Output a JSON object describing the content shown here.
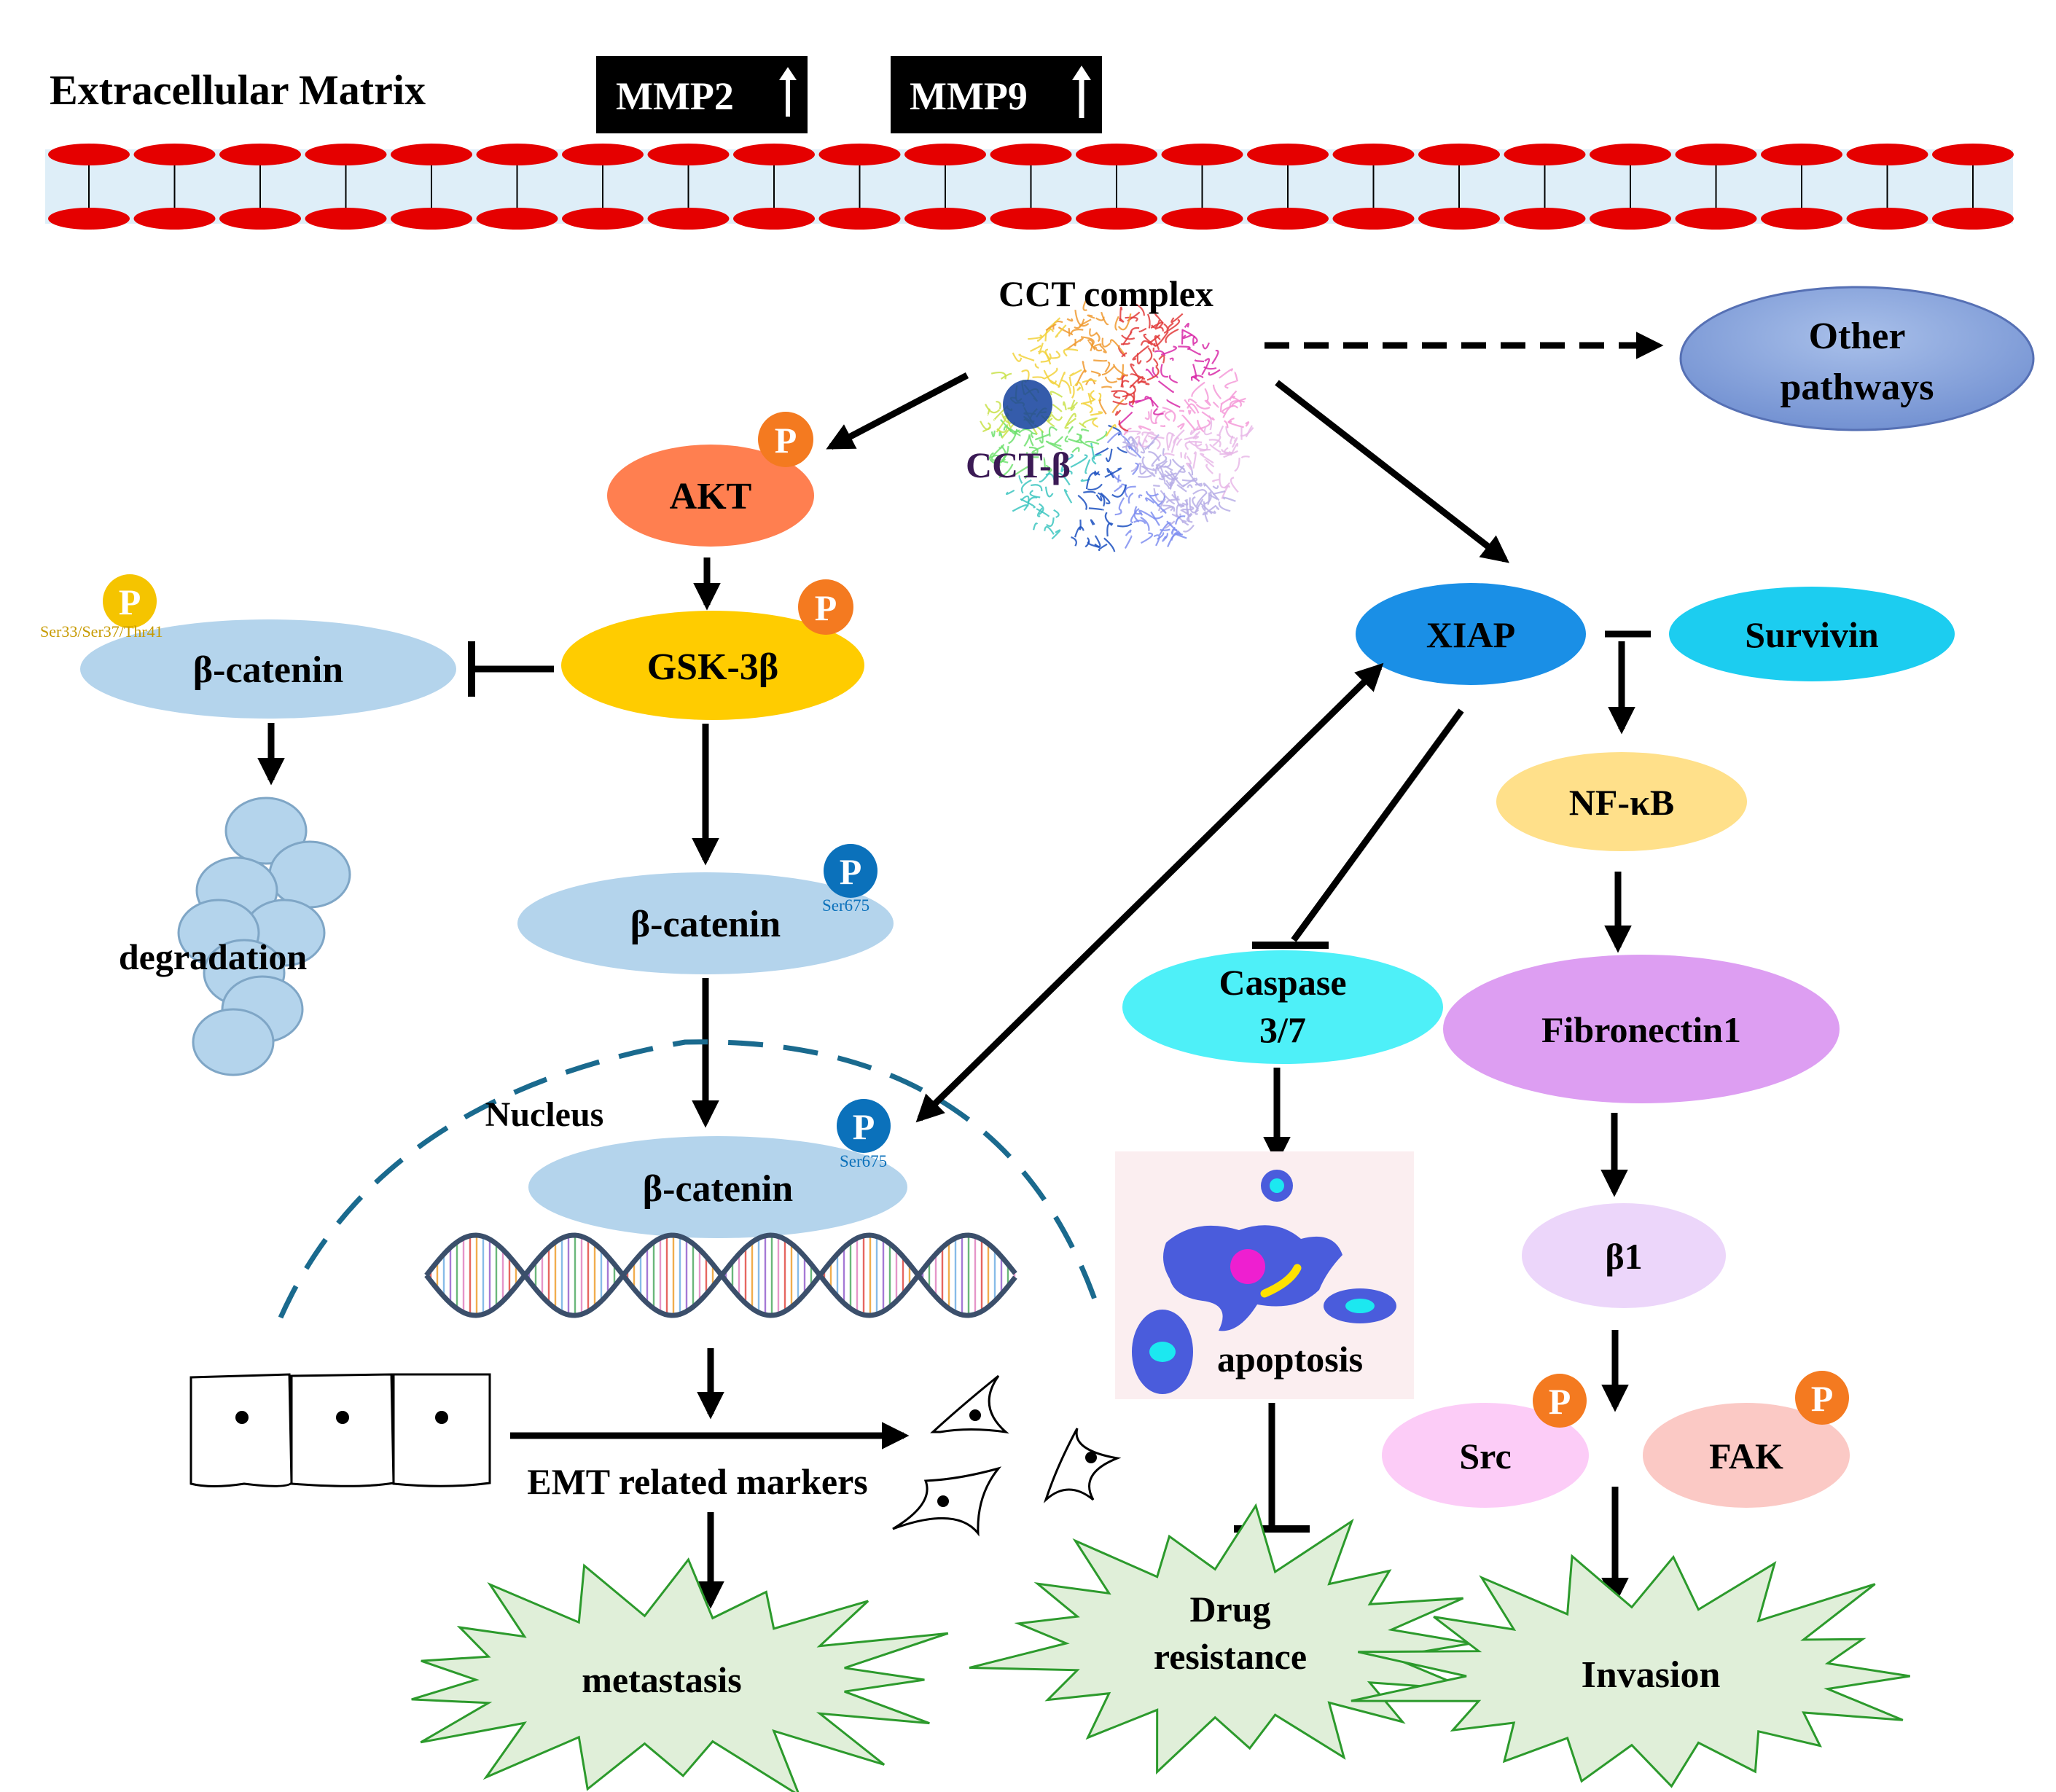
{
  "header": {
    "ecm_label": "Extracellular Matrix",
    "mmp2": "MMP2",
    "mmp9": "MMP9",
    "up_arrow": "↑"
  },
  "complex": {
    "title": "CCT complex",
    "subunit": "CCT-β"
  },
  "nodes": {
    "other_pathways_line1": "Other",
    "other_pathways_line2": "pathways",
    "akt": "AKT",
    "gsk": "GSK-3β",
    "bcat_degraded": "β-catenin",
    "bcat_cyto": "β-catenin",
    "bcat_nuclear": "β-catenin",
    "degradation": "degradation",
    "nucleus": "Nucleus",
    "emt": "EMT related markers",
    "xiap": "XIAP",
    "survivin": "Survivin",
    "nfkb": "NF-κB",
    "fibronectin": "Fibronectin1",
    "beta1": "β1",
    "src": "Src",
    "fak": "FAK",
    "caspase_line1": "Caspase",
    "caspase_line2": "3/7",
    "apoptosis": "apoptosis"
  },
  "phospho": {
    "p": "P",
    "site_s33": "Ser33/Ser37/Thr41",
    "site_s675": "Ser675"
  },
  "outcomes": {
    "metastasis": "metastasis",
    "drug_line1": "Drug",
    "drug_line2": "resistance",
    "invasion": "Invasion"
  },
  "colors": {
    "membrane_red": "#e50000",
    "membrane_fill": "#deeef8",
    "akt": "#ff7f50",
    "gsk": "#ffcc00",
    "bcat": "#b4d4ec",
    "xiap": "#1a8fe6",
    "survivin": "#1ccdf0",
    "nfkb": "#ffe08a",
    "fibronectin": "#dd9ef2",
    "beta1": "#ecd6fa",
    "src": "#fcccf7",
    "fak": "#fbc9c5",
    "caspase": "#4ef0f8",
    "other": "#7f9fd6",
    "p_orange": "#f47a20",
    "p_yellow": "#f5c400",
    "p_blue": "#0b71bb",
    "burst": "#e0efd9",
    "nucleus_dash": "#1a6a8e"
  }
}
